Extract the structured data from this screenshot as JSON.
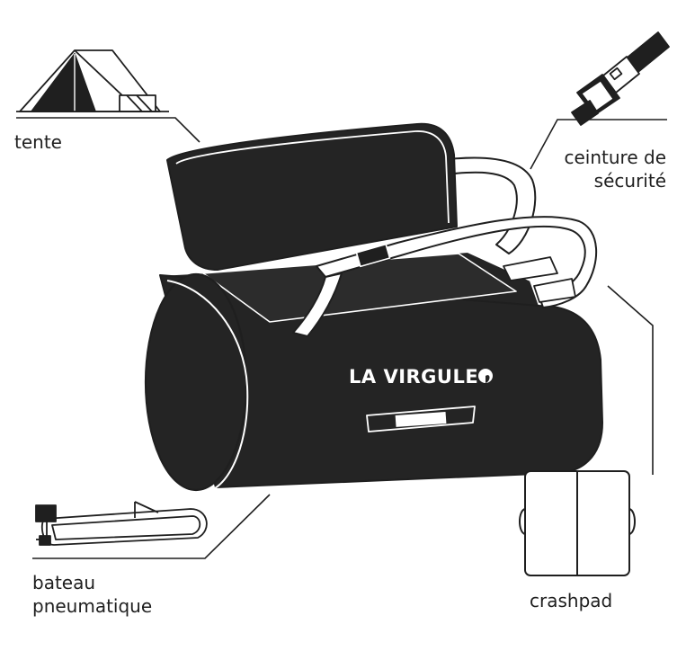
{
  "brand": {
    "logo_text": "LA VIRGULE"
  },
  "labels": {
    "tente": "tente",
    "ceinture": [
      "ceinture de",
      "sécurité"
    ],
    "bateau": [
      "bateau",
      "pneumatique"
    ],
    "crashpad": "crashpad"
  },
  "colors": {
    "ink": "#1f1f1f",
    "bag": "#242424",
    "background": "#ffffff"
  },
  "icons": [
    "tent-icon",
    "seatbelt-icon",
    "inflatable-boat-icon",
    "crashpad-icon",
    "duffel-bag-illustration"
  ]
}
